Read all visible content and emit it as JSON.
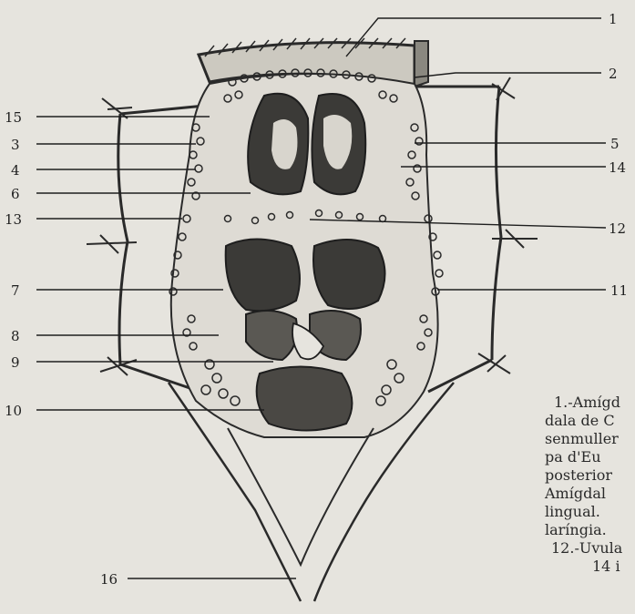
{
  "figure": {
    "labels": [
      {
        "id": "1",
        "text": "1"
      },
      {
        "id": "2",
        "text": "2"
      },
      {
        "id": "3",
        "text": "3"
      },
      {
        "id": "4",
        "text": "4"
      },
      {
        "id": "5",
        "text": "5"
      },
      {
        "id": "6",
        "text": "6"
      },
      {
        "id": "7",
        "text": "7"
      },
      {
        "id": "8",
        "text": "8"
      },
      {
        "id": "9",
        "text": "9"
      },
      {
        "id": "10",
        "text": "10"
      },
      {
        "id": "11",
        "text": "11"
      },
      {
        "id": "12",
        "text": "12"
      },
      {
        "id": "13",
        "text": "13"
      },
      {
        "id": "14",
        "text": "14"
      },
      {
        "id": "15",
        "text": "15"
      },
      {
        "id": "16",
        "text": "16"
      }
    ]
  },
  "caption": {
    "lines": [
      "1.-Amígd",
      "dala de C",
      "senmuller",
      "pa  d'Eu",
      "posterior",
      " Amígdal",
      "lingual.",
      "laríngia.",
      "12.-Uvula",
      "14  i"
    ]
  }
}
